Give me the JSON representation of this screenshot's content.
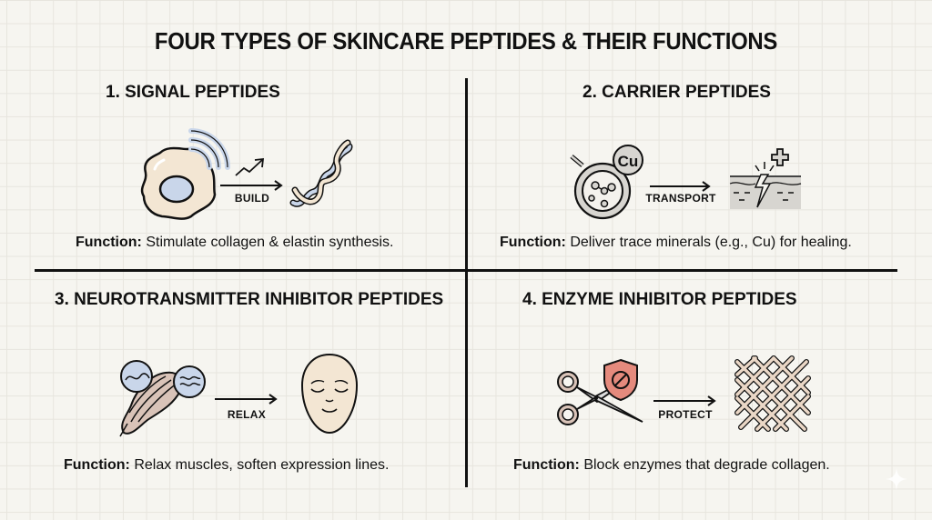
{
  "title": "FOUR TYPES OF SKINCARE PEPTIDES & THEIR FUNCTIONS",
  "colors": {
    "background": "#f6f5f0",
    "grid": "#e7e5de",
    "ink": "#111111",
    "cell_fill": "#f3e6d3",
    "blue_fill": "#c9d6ea",
    "gray_fill": "#d7d5d0",
    "red_shield": "#e58a7d",
    "muscle_fill": "#d9c3b8"
  },
  "quadrants": [
    {
      "title": "1. SIGNAL PEPTIDES",
      "arrow_label": "BUILD",
      "function_label": "Function:",
      "function_text": "Stimulate collagen & elastin synthesis.",
      "icons": [
        "cell-with-signal-icon",
        "trend-up-icon",
        "collagen-helix-icon"
      ]
    },
    {
      "title": "2. CARRIER PEPTIDES",
      "arrow_label": "TRANSPORT",
      "function_label": "Function:",
      "function_text": "Deliver trace minerals (e.g., Cu) for healing.",
      "icons": [
        "copper-carrier-icon",
        "healing-skin-icon"
      ],
      "badge": "Cu"
    },
    {
      "title": "3. NEUROTRANSMITTER INHIBITOR PEPTIDES",
      "arrow_label": "RELAX",
      "function_label": "Function:",
      "function_text": "Relax muscles, soften expression lines.",
      "icons": [
        "muscle-nerve-icon",
        "relaxed-face-icon"
      ]
    },
    {
      "title": "4. ENZYME INHIBITOR PEPTIDES",
      "arrow_label": "PROTECT",
      "function_label": "Function:",
      "function_text": "Block enzymes that degrade collagen.",
      "icons": [
        "scissors-icon",
        "blocked-shield-icon",
        "collagen-mesh-icon"
      ]
    }
  ]
}
